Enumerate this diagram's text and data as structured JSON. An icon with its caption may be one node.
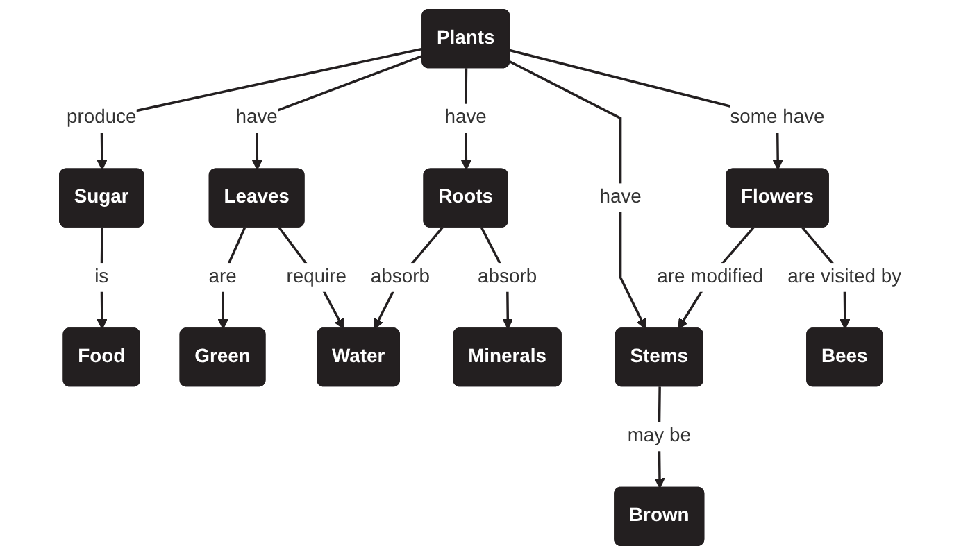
{
  "diagram": {
    "nodes": [
      {
        "text": [
          "Plants"
        ]
      },
      {
        "text": [
          "Sugar"
        ]
      },
      {
        "text": [
          "Leaves"
        ]
      },
      {
        "text": [
          "Roots"
        ]
      },
      {
        "text": [
          "Stems"
        ]
      },
      {
        "text": [
          "Flowers"
        ]
      },
      {
        "text": [
          "Food"
        ]
      },
      {
        "text": [
          "Green"
        ]
      },
      {
        "text": [
          "Water"
        ]
      },
      {
        "text": [
          "Minerals"
        ]
      },
      {
        "text": [
          "Brown"
        ]
      },
      {
        "text": [
          "Bees"
        ]
      }
    ],
    "edges": [
      {
        "from": 0,
        "to": 1,
        "arrow": "to",
        "label": "produce"
      },
      {
        "from": 0,
        "to": 2,
        "arrow": "to",
        "label": "have"
      },
      {
        "from": 0,
        "to": 3,
        "arrow": "to",
        "label": "have"
      },
      {
        "from": 0,
        "to": 4,
        "arrow": "to",
        "label": "have"
      },
      {
        "from": 0,
        "to": 5,
        "arrow": "to",
        "label": "some have"
      },
      {
        "from": 5,
        "to": 4,
        "arrow": "to",
        "label": "are modified"
      },
      {
        "from": 1,
        "to": 6,
        "arrow": "to",
        "label": "is"
      },
      {
        "from": 2,
        "to": 7,
        "arrow": "to",
        "label": "are"
      },
      {
        "from": 2,
        "to": 8,
        "arrow": "to",
        "label": "require"
      },
      {
        "from": 3,
        "to": 8,
        "arrow": "to",
        "label": "absorb"
      },
      {
        "from": 3,
        "to": 9,
        "arrow": "to",
        "label": "absorb"
      },
      {
        "from": 4,
        "to": 10,
        "arrow": "to",
        "label": "may be"
      },
      {
        "from": 5,
        "to": 11,
        "arrow": "to",
        "label": "are visited by"
      }
    ]
  }
}
